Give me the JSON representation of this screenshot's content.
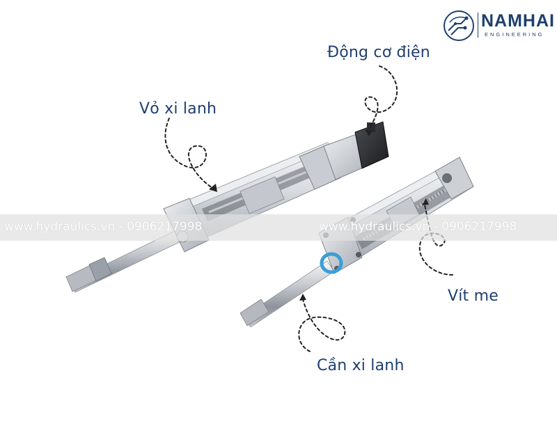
{
  "brand": {
    "name": "NAMHAI",
    "tagline": "ENGINEERING",
    "color": "#1f3f6e",
    "icon": "circuit-globe-icon"
  },
  "labels": {
    "motor": "Động cơ điện",
    "barrel": "Vỏ xi lanh",
    "screw": "Vít me",
    "rod": "Cần xi lanh"
  },
  "watermark": {
    "left": "www.hydraulics.vn - 0906217998",
    "right": "www.hydraulics.vn - 0906217998"
  },
  "colors": {
    "label_text": "#1f3f6e",
    "arrow": "#222222",
    "rod_seal": "#3a9fd6"
  }
}
